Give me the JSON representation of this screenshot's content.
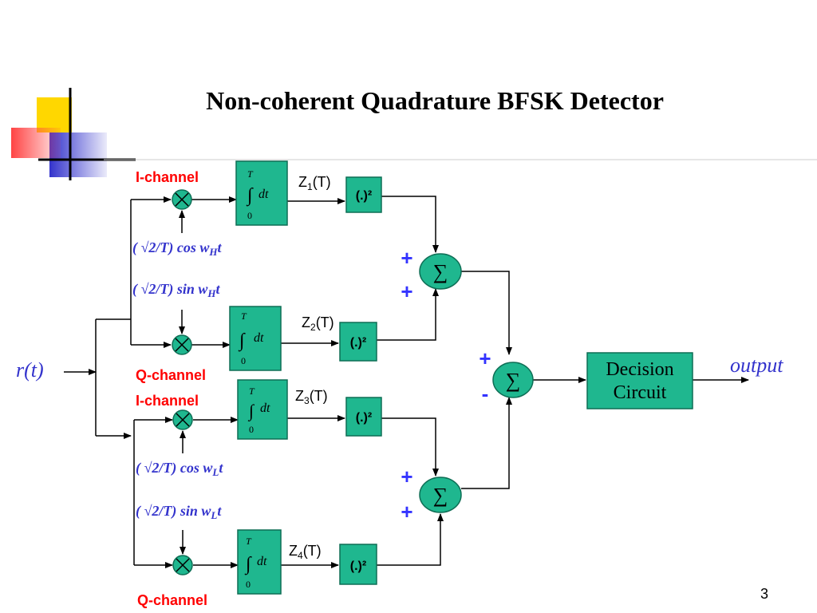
{
  "title": "Non-coherent Quadrature BFSK Detector",
  "page_number": "3",
  "input_label": "r(t)",
  "output_label": "output",
  "channels": {
    "i1": "I-channel",
    "q1": "Q-channel",
    "i2": "I-channel",
    "q2": "Q-channel"
  },
  "carriers": {
    "cos_h": {
      "main": "( √2/T) cos w",
      "sub": "H",
      "tail": "t"
    },
    "sin_h": {
      "main": "( √2/T) sin w",
      "sub": "H",
      "tail": "t"
    },
    "cos_l": {
      "main": "( √2/T) cos w",
      "sub": "L",
      "tail": "t"
    },
    "sin_l": {
      "main": "( √2/T) sin w",
      "sub": "L",
      "tail": "t"
    }
  },
  "integrator": {
    "upper": "T",
    "symbol": "∫",
    "body": "dt",
    "lower": "0"
  },
  "z_outputs": [
    {
      "base": "Z",
      "sub": "1",
      "arg": "(T)"
    },
    {
      "base": "Z",
      "sub": "2",
      "arg": "(T)"
    },
    {
      "base": "Z",
      "sub": "3",
      "arg": "(T)"
    },
    {
      "base": "Z",
      "sub": "4",
      "arg": "(T)"
    }
  ],
  "square_label": "(.)²",
  "sum_symbol": "∑",
  "signs": {
    "s1_top": "+",
    "s1_bottom": "+",
    "s2_top": "+",
    "s2_bottom": "+",
    "s3_top": "+",
    "s3_bottom": "-"
  },
  "decision": {
    "line1": "Decision",
    "line2": "Circuit"
  },
  "colors": {
    "block_fill": "#1fb78f",
    "block_stroke": "#0e6e55",
    "sign_color": "#3333ff",
    "channel_label_color": "#ff0000",
    "carrier_label_color": "#3333ff"
  }
}
